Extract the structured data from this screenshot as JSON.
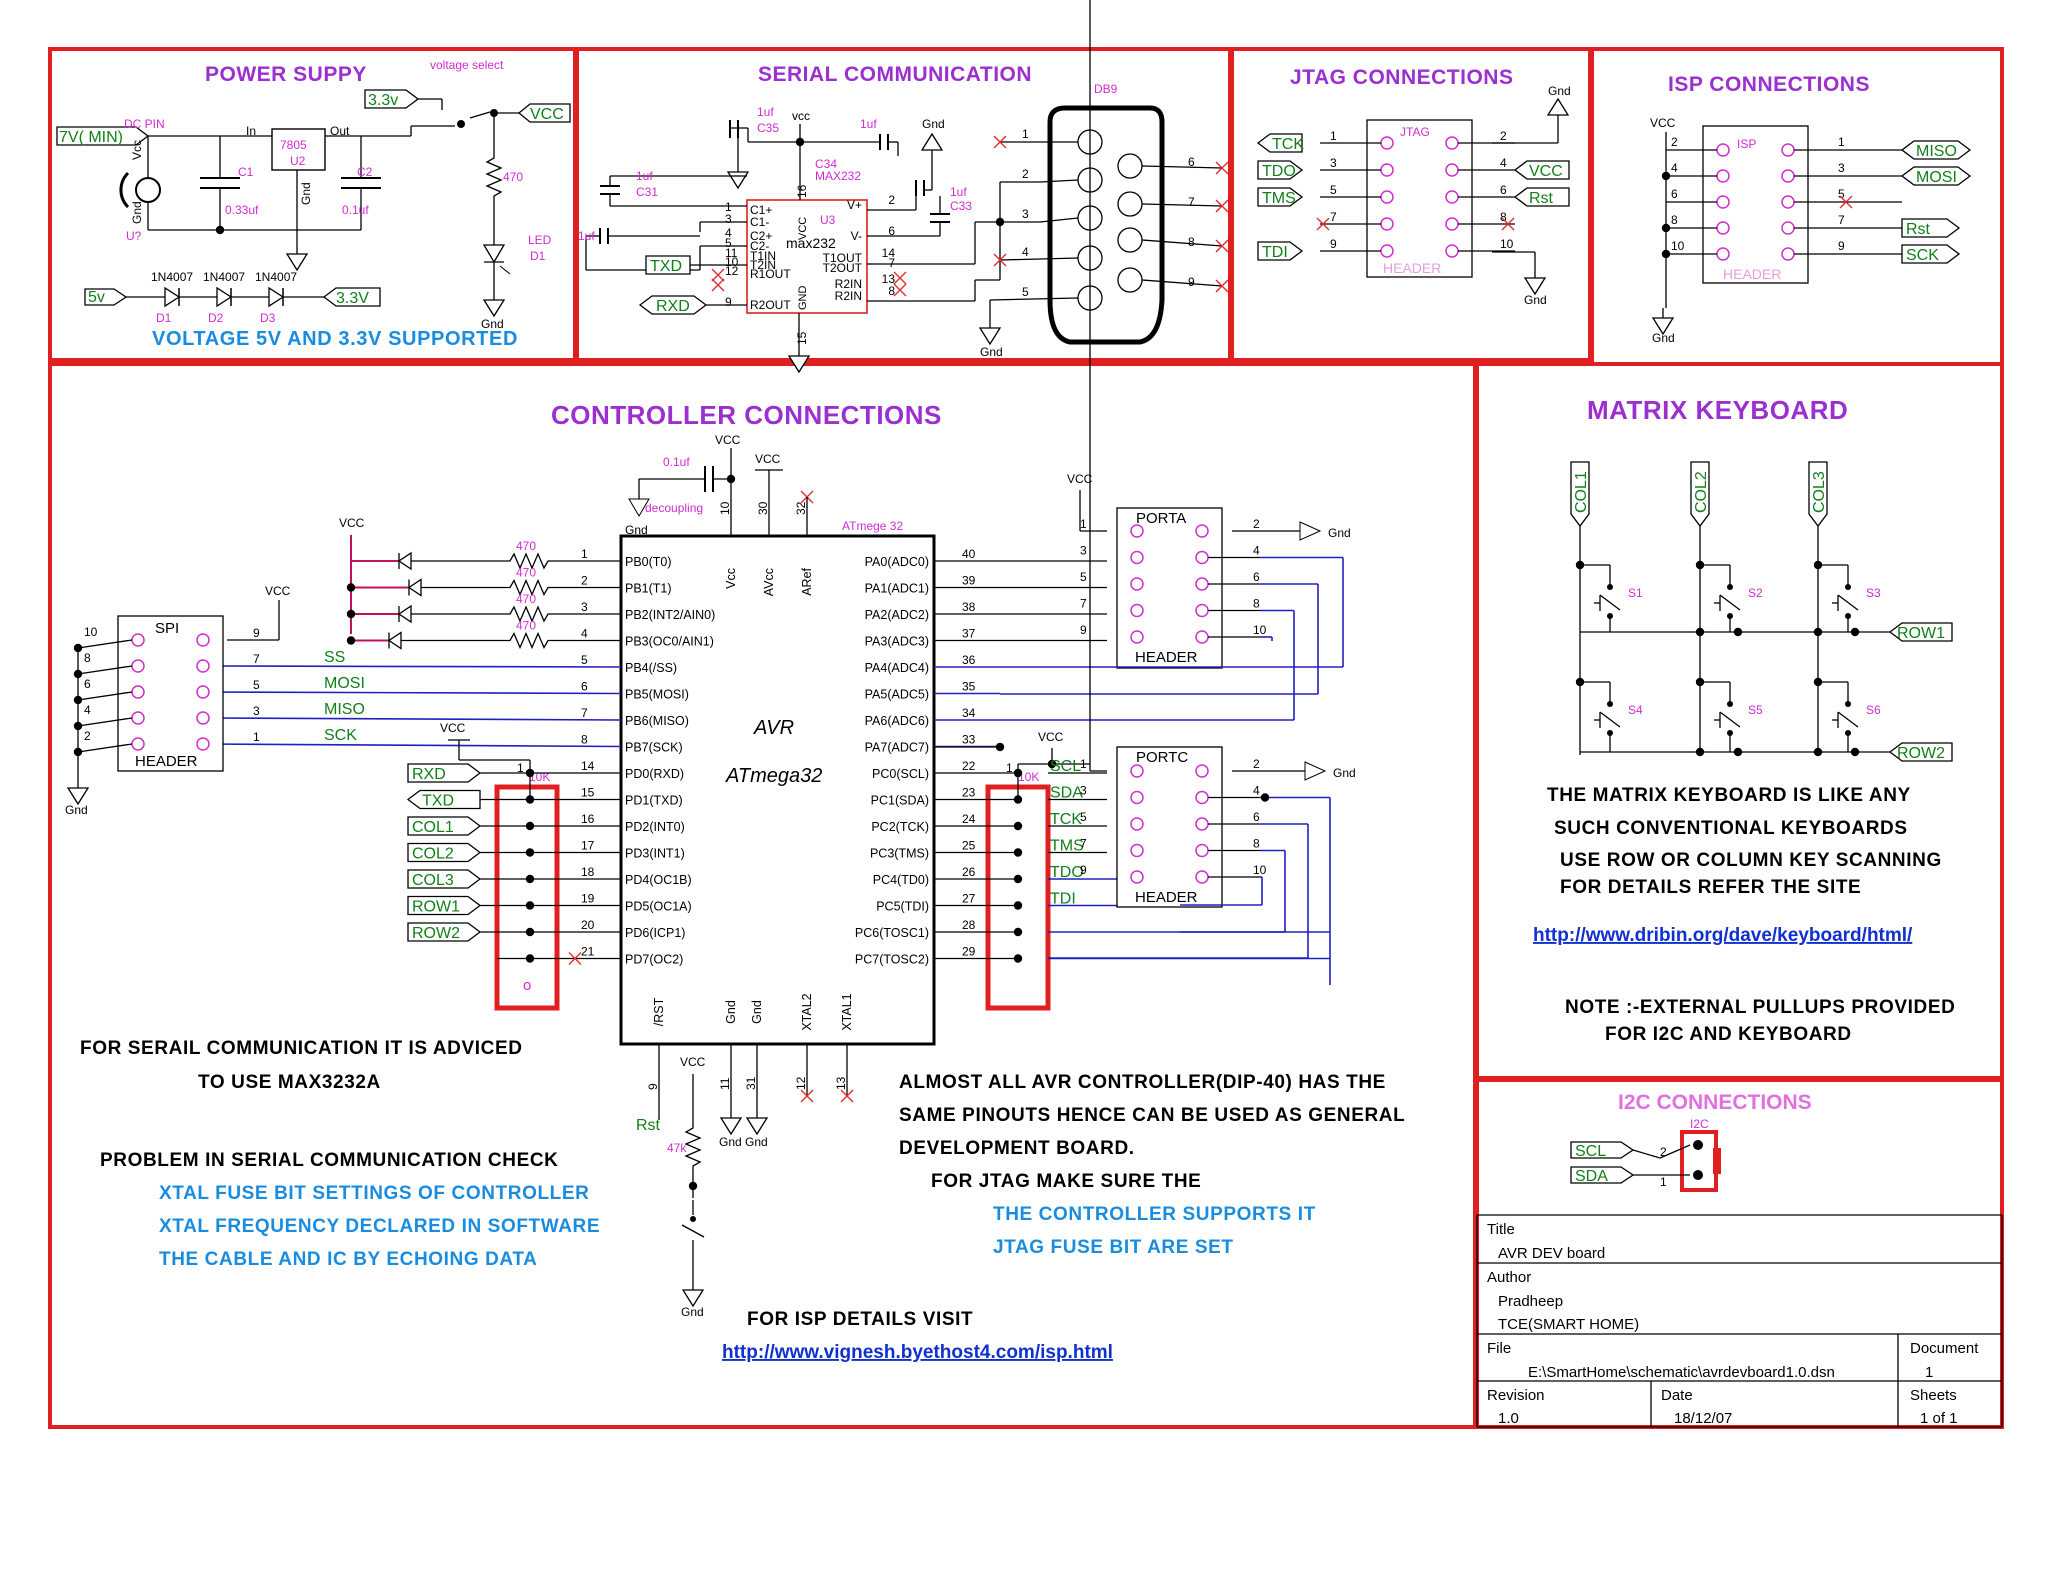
{
  "sections": {
    "power": "POWER SUPPY",
    "serial": "SERIAL COMMUNICATION",
    "jtag": "JTAG CONNECTIONS",
    "isp": "ISP CONNECTIONS",
    "controller": "CONTROLLER CONNECTIONS",
    "matrix": "MATRIX KEYBOARD",
    "i2c": "I2C CONNECTIONS"
  },
  "power": {
    "voltage_select": "voltage select",
    "dc_pin": "DC PIN",
    "in_label": "7V( MIN)",
    "reg": "7805",
    "reg_ref": "U2",
    "in": "In",
    "out": "Out",
    "c1": "C1",
    "c1_val": "0.33uf",
    "c2": "C2",
    "c2_val": "0.1uf",
    "gnd": "Gnd",
    "vcc": "VCC",
    "vcc_pin": "Vcc",
    "v33": "3.3v",
    "r_val": "470",
    "led": "LED",
    "led_ref": "D1",
    "jack_ref": "U?",
    "diode": "1N4007",
    "d1": "D1",
    "d2": "D2",
    "d3": "D3",
    "v5": "5v",
    "v33_out": "3.3V",
    "supported": "VOLTAGE 5V AND 3.3V SUPPORTED"
  },
  "serial": {
    "c35": "C35",
    "c35_val": "1uf",
    "c34": "C34",
    "c34_val": "1uf",
    "c31": "C31",
    "c31_val": "1uf",
    "c33": "C33",
    "c33_val": "1uf",
    "vcc": "vcc",
    "gnd": "Gnd",
    "chip": "max232",
    "chip_label": "MAX232",
    "chip_ref": "U3",
    "db9": "DB9",
    "txd": "TXD",
    "rxd": "RXD",
    "left_pins": [
      "C1+",
      "C1-",
      "C2+",
      "C2-",
      "T1IN",
      "T2IN",
      "R1OUT",
      "R2OUT"
    ],
    "right_pins": [
      "V+",
      "V-",
      "T1OUT",
      "T2OUT",
      "R2IN",
      "R2IN"
    ],
    "left_nums": [
      "1",
      "3",
      "4",
      "5",
      "11",
      "10",
      "12",
      "9"
    ],
    "right_nums": [
      "2",
      "6",
      "14",
      "7",
      "13",
      "8"
    ],
    "top_num": "16",
    "bottom_num": "15",
    "vcc_pin": "VCC",
    "gnd_pin": "GND",
    "db9_left_nums": [
      "1",
      "2",
      "3",
      "4",
      "5"
    ],
    "db9_right_nums": [
      "6",
      "7",
      "8",
      "9"
    ]
  },
  "jtag": {
    "header_label": "JTAG",
    "header_name": "HEADER",
    "gnd": "Gnd",
    "left_signals": [
      "TCK",
      "TDO",
      "TMS",
      "",
      "TDI"
    ],
    "left_nums": [
      "1",
      "3",
      "5",
      "7",
      "9"
    ],
    "right_nums": [
      "2",
      "4",
      "6",
      "8",
      "10"
    ],
    "right_signals": [
      "",
      "VCC",
      "Rst",
      "",
      ""
    ]
  },
  "isp": {
    "vcc": "VCC",
    "gnd": "Gnd",
    "header_label": "ISP",
    "header_name": "HEADER",
    "left_nums": [
      "2",
      "4",
      "6",
      "8",
      "10"
    ],
    "right_nums": [
      "1",
      "3",
      "5",
      "7",
      "9"
    ],
    "right_signals": [
      "MISO",
      "MOSI",
      "",
      "Rst",
      "SCK"
    ]
  },
  "controller": {
    "chip_ref": "ATmege 32",
    "chip_name": "AVR",
    "chip_model": "ATmega32",
    "decoupling": "decoupling",
    "cap_val": "0.1uf",
    "vcc": "VCC",
    "gnd": "Gnd",
    "top_nums": [
      "10",
      "30",
      "32"
    ],
    "top_pins": [
      "Vcc",
      "AVcc",
      "ARef"
    ],
    "bottom_nums": [
      "9",
      "11",
      "31",
      "12",
      "13"
    ],
    "bottom_pins": [
      "/RST",
      "Gnd",
      "Gnd",
      "XTAL2",
      "XTAL1"
    ],
    "left_pins": [
      "PB0(T0)",
      "PB1(T1)",
      "PB2(INT2/AIN0)",
      "PB3(OC0/AIN1)",
      "PB4(/SS)",
      "PB5(MOSI)",
      "PB6(MISO)",
      "PB7(SCK)",
      "PD0(RXD)",
      "PD1(TXD)",
      "PD2(INT0)",
      "PD3(INT1)",
      "PD4(OC1B)",
      "PD5(OC1A)",
      "PD6(ICP1)",
      "PD7(OC2)"
    ],
    "left_nums": [
      "1",
      "2",
      "3",
      "4",
      "5",
      "6",
      "7",
      "8",
      "14",
      "15",
      "16",
      "17",
      "18",
      "19",
      "20",
      "21"
    ],
    "right_pins": [
      "PA0(ADC0)",
      "PA1(ADC1)",
      "PA2(ADC2)",
      "PA3(ADC3)",
      "PA4(ADC4)",
      "PA5(ADC5)",
      "PA6(ADC6)",
      "PA7(ADC7)",
      "PC0(SCL)",
      "PC1(SDA)",
      "PC2(TCK)",
      "PC3(TMS)",
      "PC4(TD0)",
      "PC5(TDI)",
      "PC6(TOSC1)",
      "PC7(TOSC2)"
    ],
    "right_nums": [
      "40",
      "39",
      "38",
      "37",
      "36",
      "35",
      "34",
      "33",
      "22",
      "23",
      "24",
      "25",
      "26",
      "27",
      "28",
      "29"
    ],
    "led_res": "470",
    "spi_label": "SPI",
    "spi_header": "HEADER",
    "spi_left_nums": [
      "10",
      "8",
      "6",
      "4",
      "2"
    ],
    "spi_right_nums": [
      "9",
      "7",
      "5",
      "3",
      "1"
    ],
    "spi_signals": [
      "SS",
      "MOSI",
      "MISO",
      "SCK"
    ],
    "rn_val": "10K",
    "rn_num": "1",
    "rn_mark": "o",
    "pd_signals": [
      "RXD",
      "TXD",
      "COL1",
      "COL2",
      "COL3",
      "ROW1",
      "ROW2"
    ],
    "pc_signals": [
      "SCL",
      "SDA",
      "TCK",
      "TMS",
      "TDO",
      "TDI"
    ],
    "porta": "PORTA",
    "portc": "PORTC",
    "port_header": "HEADER",
    "port_left_nums": [
      "1",
      "3",
      "5",
      "7",
      "9"
    ],
    "port_right_nums": [
      "2",
      "4",
      "6",
      "8",
      "10"
    ],
    "rst_label": "Rst",
    "rst_val": "47k",
    "note1a": "FOR SERAIL COMMUNICATION IT IS ADVICED",
    "note1b": "TO USE MAX3232A",
    "note2": "PROBLEM IN SERIAL COMMUNICATION CHECK",
    "check1": "XTAL FUSE BIT SETTINGS OF CONTROLLER",
    "check2": "XTAL FREQUENCY DECLARED IN SOFTWARE",
    "check3": "THE CABLE AND IC BY ECHOING DATA",
    "isp_visit": "FOR ISP DETAILS VISIT",
    "isp_link": "http://www.vignesh.byethost4.com/isp.html",
    "note3a": "ALMOST ALL AVR CONTROLLER(DIP-40) HAS  THE",
    "note3b": "SAME PINOUTS HENCE CAN BE USED AS GENERAL",
    "note3c": "DEVELOPMENT BOARD.",
    "jtag_note": "FOR JTAG MAKE SURE THE",
    "jtag1": "THE CONTROLLER SUPPORTS IT",
    "jtag2": "JTAG FUSE BIT ARE SET"
  },
  "matrix": {
    "cols": [
      "COL1",
      "COL2",
      "COL3"
    ],
    "rows": [
      "ROW1",
      "ROW2"
    ],
    "switches": [
      "S1",
      "S2",
      "S3",
      "S4",
      "S5",
      "S6"
    ],
    "text1": "THE MATRIX KEYBOARD IS LIKE ANY",
    "text2": "SUCH CONVENTIONAL KEYBOARDS",
    "text3": "USE ROW OR COLUMN  KEY SCANNING",
    "text4": "FOR DETAILS REFER THE SITE",
    "link": "http://www.dribin.org/dave/keyboard/html/",
    "note1": "NOTE :-EXTERNAL PULLUPS PROVIDED",
    "note2": "FOR I2C AND KEYBOARD"
  },
  "i2c": {
    "ref": "I2C",
    "scl": "SCL",
    "sda": "SDA",
    "n2": "2",
    "n1": "1"
  },
  "title_block": {
    "title_label": "Title",
    "title": "AVR DEV board",
    "author_label": "Author",
    "author": "Pradheep",
    "org": "TCE(SMART HOME)",
    "file_label": "File",
    "file": "E:\\SmartHome\\schematic\\avrdevboard1.0.dsn",
    "document_label": "Document",
    "document": "1",
    "revision_label": "Revision",
    "revision": "1.0",
    "date_label": "Date",
    "date": "18/12/07",
    "sheets_label": "Sheets",
    "sheets": "1 of 1"
  },
  "colors": {
    "border": "#e02020",
    "title": "#9b2fd0",
    "label": "#d02cd0",
    "net": "#10801a",
    "bluewire": "#2020c0",
    "bluenote": "#1a8ce0"
  }
}
